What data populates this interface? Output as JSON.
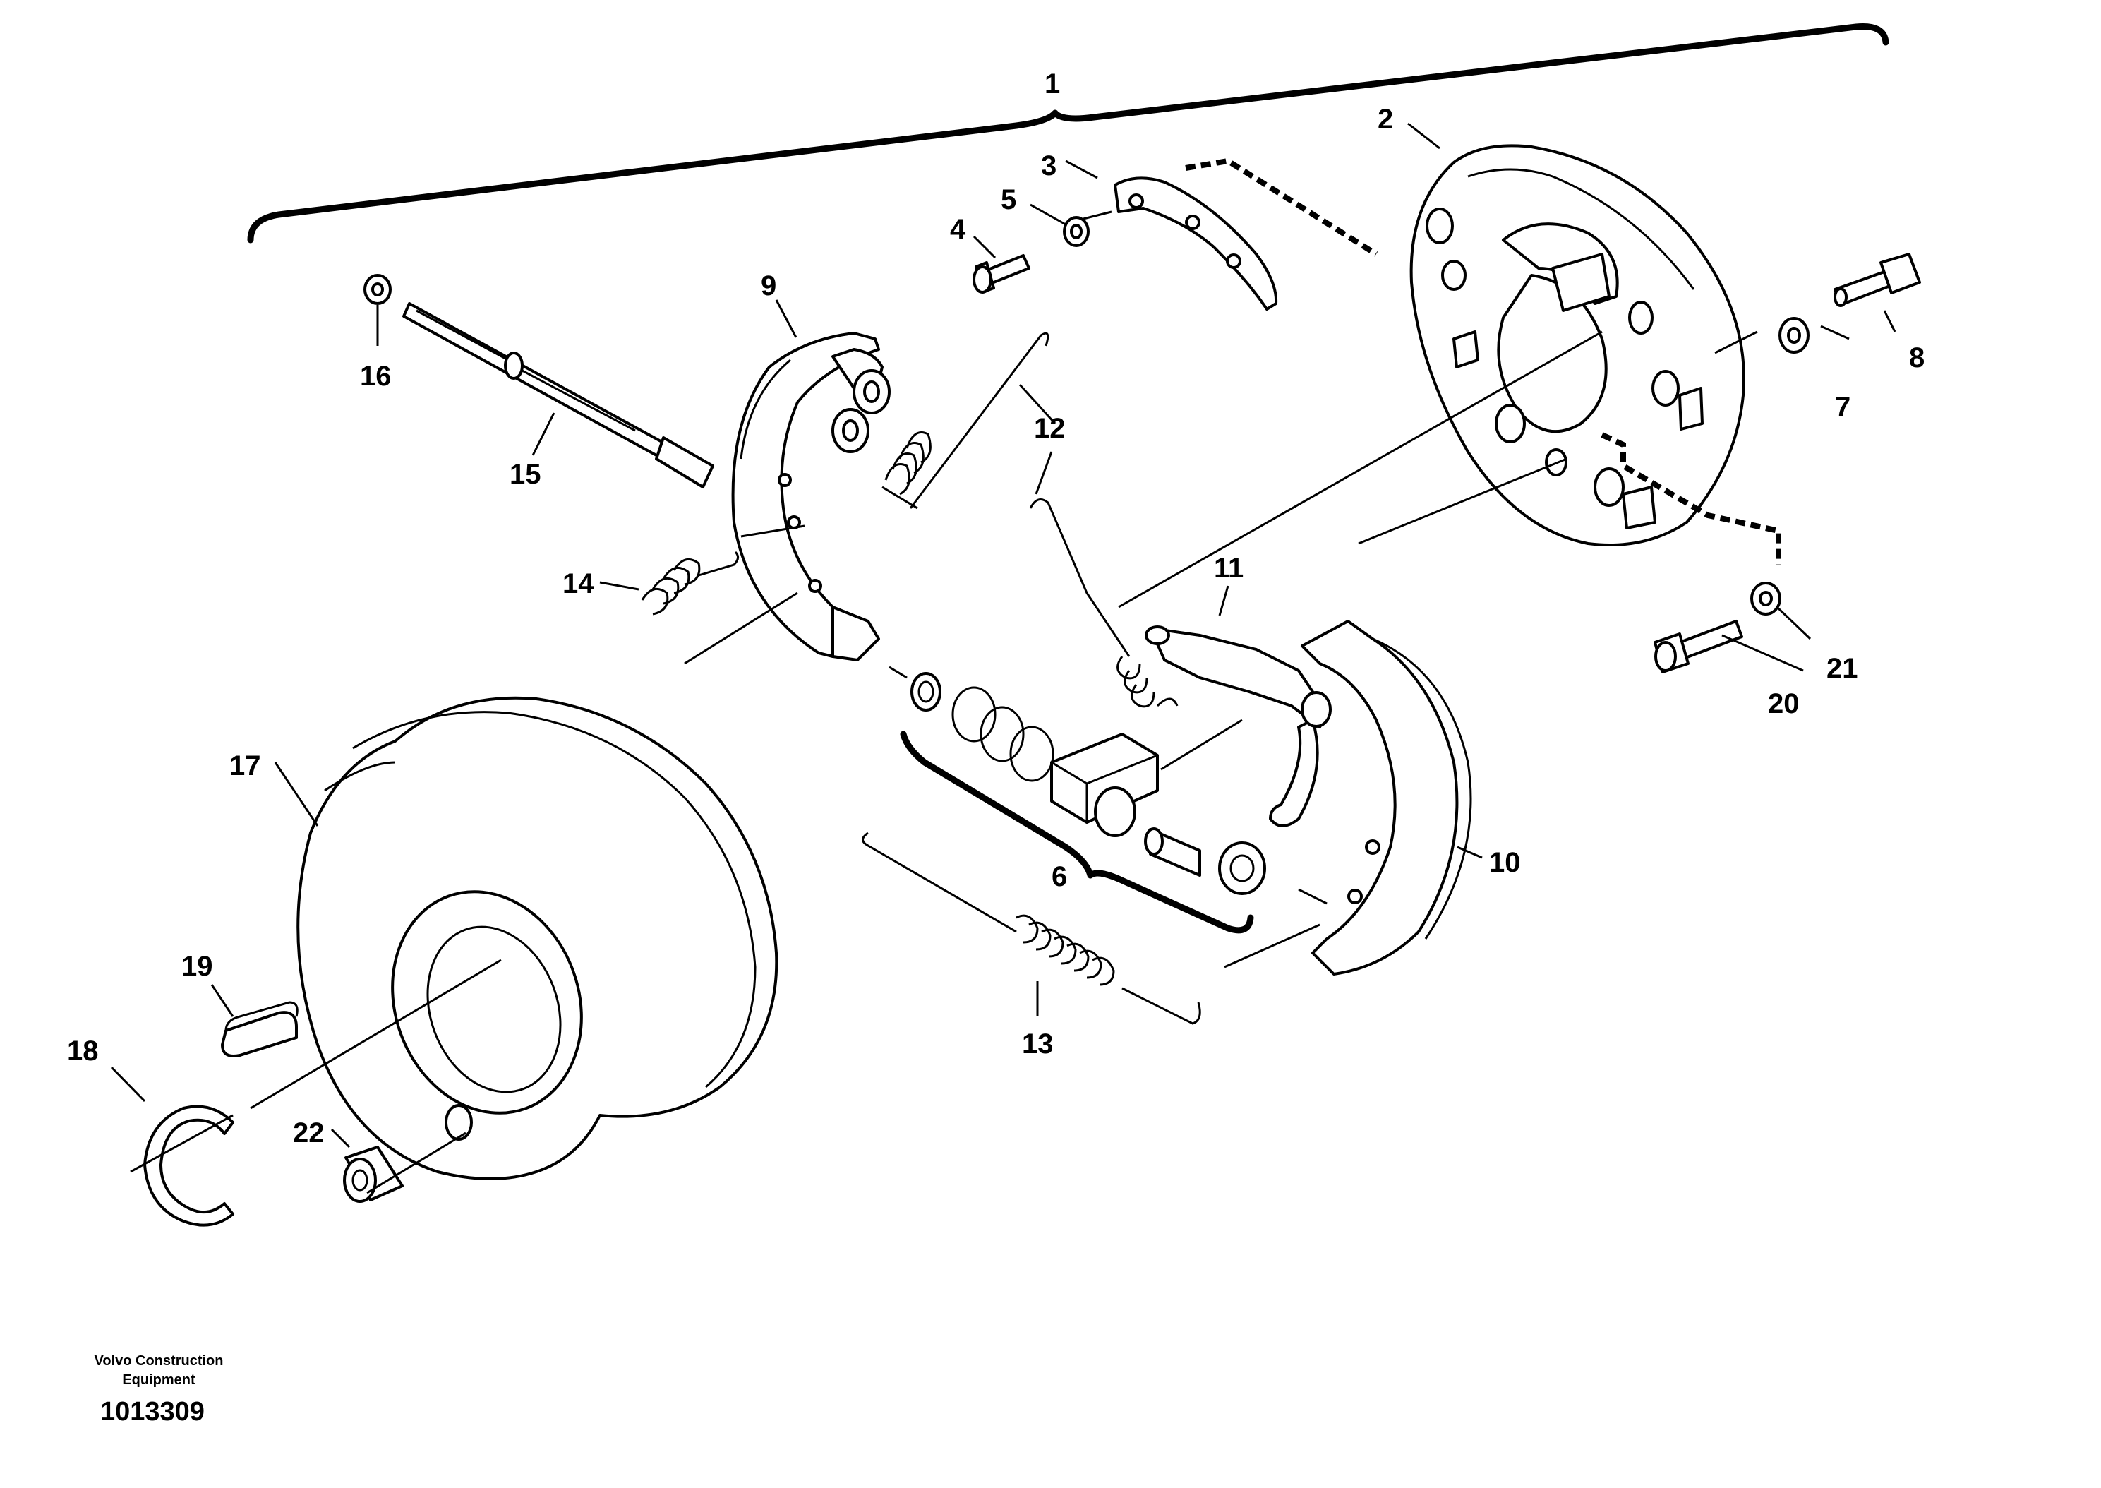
{
  "labels": {
    "p1": "1",
    "p2": "2",
    "p3": "3",
    "p4": "4",
    "p5": "5",
    "p6": "6",
    "p7": "7",
    "p8": "8",
    "p9": "9",
    "p10": "10",
    "p11": "11",
    "p12": "12",
    "p13": "13",
    "p14": "14",
    "p15": "15",
    "p16": "16",
    "p17": "17",
    "p18": "18",
    "p19": "19",
    "p20": "20",
    "p21": "21",
    "p22": "22"
  },
  "footer": {
    "company_line1": "Volvo Construction",
    "company_line2": "Equipment",
    "document_number": "1013309"
  }
}
